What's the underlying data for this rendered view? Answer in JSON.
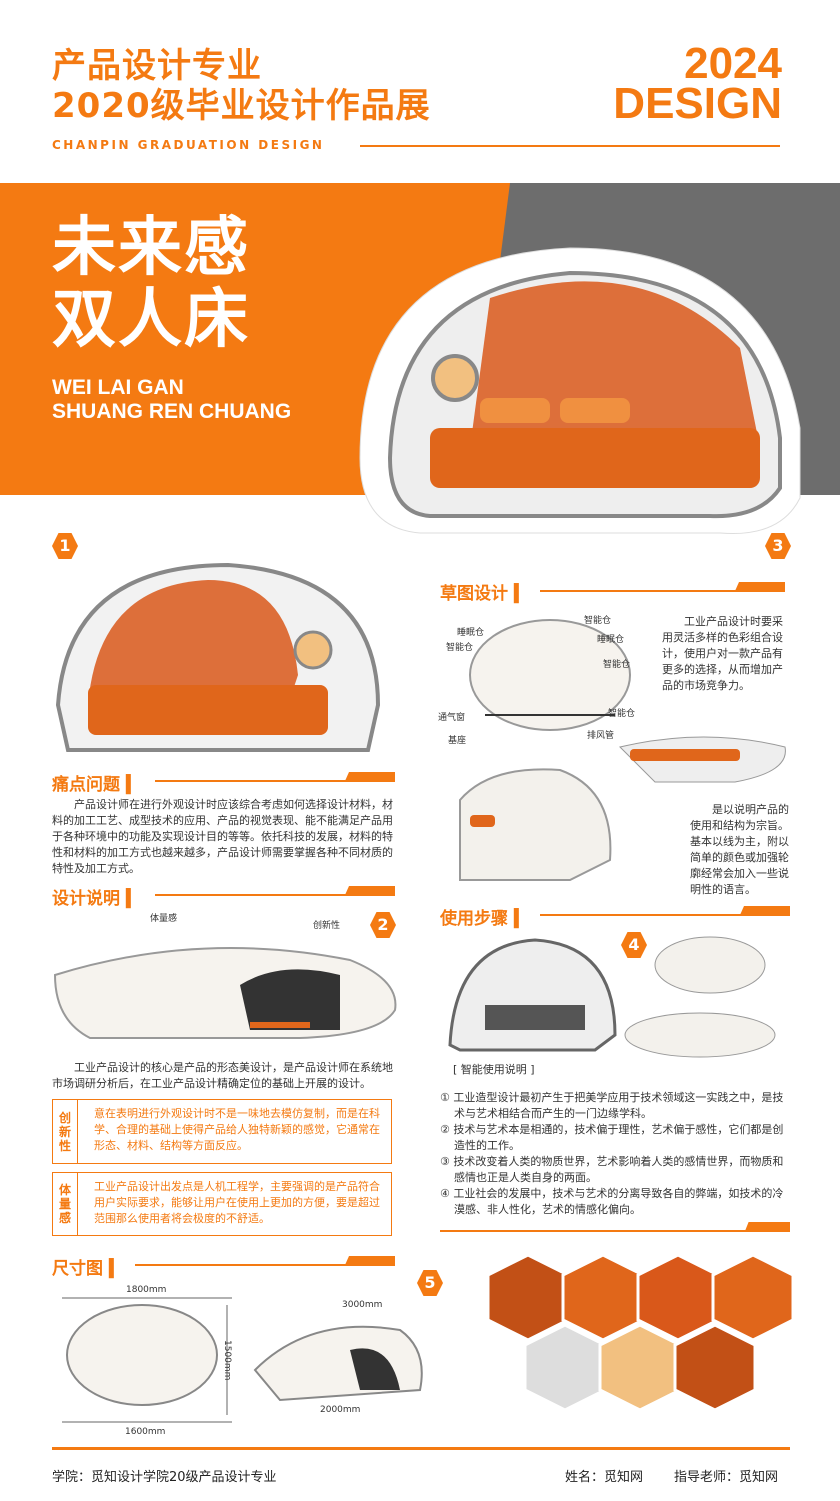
{
  "header": {
    "title_line1": "产品设计专业",
    "title_line2": "2020级毕业设计作品展",
    "subtitle": "CHANPIN GRADUATION DESIGN",
    "year": "2024",
    "design": "DESIGN"
  },
  "banner": {
    "title_line1": "未来感",
    "title_line2": "双人床",
    "pinyin_line1": "WEI LAI GAN",
    "pinyin_line2": "SHUANG REN CHUANG"
  },
  "numbers": [
    "1",
    "2",
    "3",
    "4",
    "5"
  ],
  "pain": {
    "heading": "痛点问题",
    "text": "产品设计师在进行外观设计时应该综合考虑如何选择设计材料，材料的加工工艺、成型技术的应用、产品的视觉表现、能不能满足产品用于各种环境中的功能及实现设计目的等等。依托科技的发展，材料的特性和材料的加工方式也越来越多，产品设计师需要掌握各种不同材质的特性及加工方式。"
  },
  "design": {
    "heading": "设计说明",
    "label_volume": "体量感",
    "label_innovation": "创新性",
    "text": "工业产品设计的核心是产品的形态美设计，是产品设计师在系统地市场调研分析后，在工业产品设计精确定位的基础上开展的设计。",
    "boxes": [
      {
        "key": "创新性",
        "text": "意在表明进行外观设计时不是一味地去模仿复制，而是在科学、合理的基础上使得产品给人独特新颖的感觉，它通常在形态、材料、结构等方面反应。"
      },
      {
        "key": "体量感",
        "text": "工业产品设计出发点是人机工程学，主要强调的是产品符合用户实际要求，能够让用户在使用上更加的方便，要是超过范围那么使用者将会极度的不舒适。"
      }
    ]
  },
  "sketch": {
    "heading": "草图设计",
    "labels": [
      "睡眠仓",
      "智能仓",
      "智能仓",
      "睡眠仓",
      "智能仓",
      "通气窗",
      "智能仓",
      "基座",
      "排风管"
    ],
    "text1": "工业产品设计时要采用灵活多样的色彩组合设计，使用户对一款产品有更多的选择，从而增加产品的市场竞争力。",
    "text2": "是以说明产品的使用和结构为宗旨。基本以线为主，附以简单的颜色或加强轮廓经常会加入一些说明性的语言。"
  },
  "steps": {
    "heading": "使用步骤",
    "caption": "[ 智能使用说明 ]",
    "items": [
      "① 工业造型设计最初产生于把美学应用于技术领域这一实践之中，是技术与艺术相结合而产生的一门边缘学科。",
      "② 技术与艺术本是相通的，技术偏于理性，艺术偏于感性，它们都是创造性的工作。",
      "③ 技术改变着人类的物质世界，艺术影响着人类的感情世界，而物质和感情也正是人类自身的两面。",
      "④ 工业社会的发展中，技术与艺术的分离导致各自的弊端，如技术的冷漠感、非人性化，艺术的情感化偏向。"
    ]
  },
  "size": {
    "heading": "尺寸图",
    "dims": [
      "1800mm",
      "1500mm",
      "1600mm",
      "3000mm",
      "2000mm"
    ]
  },
  "footer": {
    "school": "学院：觅知设计学院20级产品设计专业",
    "name": "姓名：觅知网",
    "teacher": "指导老师：觅知网"
  },
  "colors": {
    "accent": "#f47a12",
    "gray": "#6d6d6d"
  }
}
